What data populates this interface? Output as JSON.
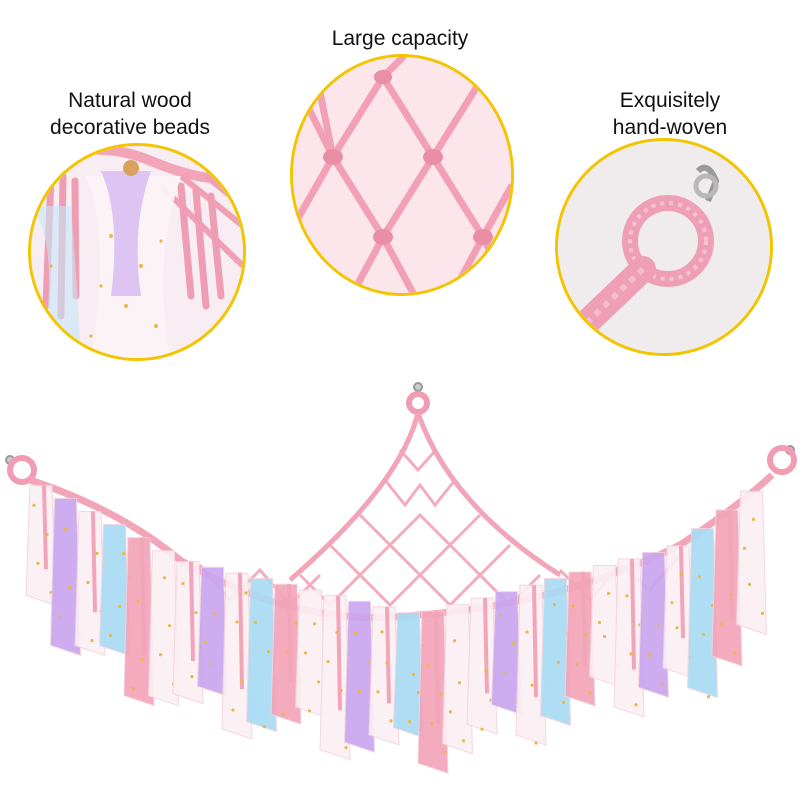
{
  "labels": {
    "capacity": "Large capacity",
    "wood_line1": "Natural wood",
    "wood_line2": "decorative beads",
    "woven_line1": "Exquisitely",
    "woven_line2": "hand-woven"
  },
  "colors": {
    "highlight_border": "#f3c400",
    "rope_pink": "#f2a4b8",
    "tulle_white": "#fbeff4",
    "tulle_purple": "#c9a6ef",
    "tulle_blue": "#a9dcf4",
    "sequin_gold": "#e8b84a"
  }
}
